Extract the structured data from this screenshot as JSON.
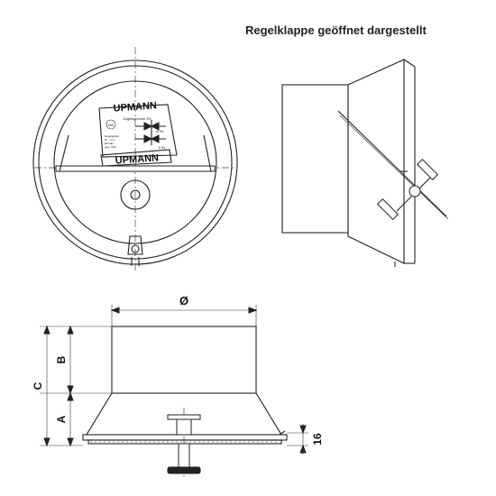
{
  "caption": "Regelklappe geöffnet dargestellt",
  "front_view": {
    "brand_top": "UPMANN",
    "brand_bottom": "UPMANN",
    "label_title": "Zugbegrenzer ZS",
    "label_lines": [
      "Regelgröße:",
      "Ø ... mm",
      "Einsatz: ...",
      "gem. DIN ..."
    ],
    "label_unit_1": "10 Pa",
    "label_unit_2": "5 Pa",
    "label_badge": "DIN"
  },
  "dimensions": {
    "diameter": "Ø",
    "a": "A",
    "b": "B",
    "c": "C",
    "height": "16"
  }
}
